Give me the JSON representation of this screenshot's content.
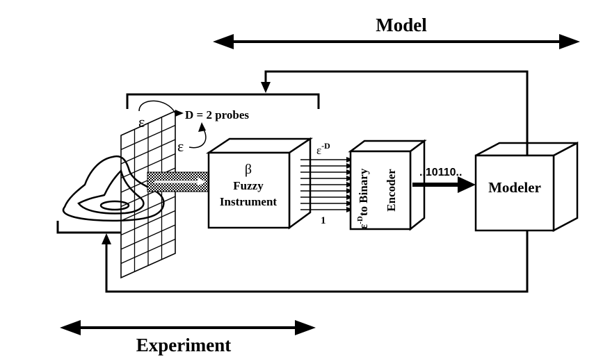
{
  "header": {
    "model_label": "Model",
    "experiment_label": "Experiment"
  },
  "probe": {
    "epsilon_symbol": "ε",
    "epsilon_symbol_2": "ε",
    "probes_label": "D = 2 probes"
  },
  "instrument": {
    "beta_symbol": "β",
    "line1": "Fuzzy",
    "line2": "Instrument"
  },
  "channels": {
    "top_label": "ε",
    "top_exp": "-D",
    "bottom_label": "1"
  },
  "encoder": {
    "line1_eps": "ε",
    "line1_exp": "-D",
    "line1_rest": "to Binary",
    "line2": "Encoder"
  },
  "bitstream": {
    "label": "..10110.."
  },
  "modeler": {
    "label": "Modeler"
  },
  "colors": {
    "ink": "#000000",
    "paper": "#ffffff"
  }
}
